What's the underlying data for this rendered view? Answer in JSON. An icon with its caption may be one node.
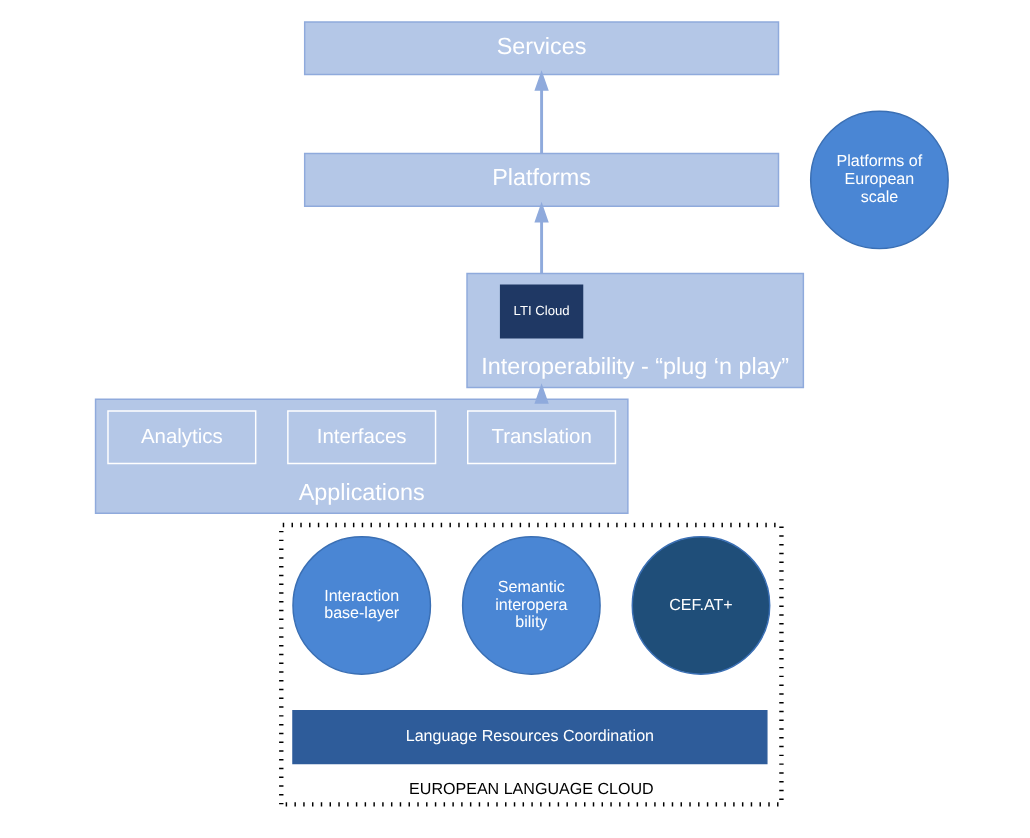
{
  "diagram": {
    "nodes": [
      {
        "text": [
          "Services"
        ]
      },
      {
        "text": [
          "Platforms"
        ]
      },
      {
        "text": [
          "Platforms of European scale"
        ]
      },
      {
        "text": [
          "Interoperability - “plug ‘n play”"
        ]
      },
      {
        "text": [
          "LTI Cloud"
        ],
        "in": 3
      },
      {
        "text": [
          "Applications"
        ]
      },
      {
        "text": [
          "Translation"
        ],
        "in": 5
      },
      {
        "text": [
          "Interfaces"
        ],
        "in": 5
      },
      {
        "text": [
          "Analytics"
        ],
        "in": 5
      },
      {
        "text": [
          "EUROPEAN LANGUAGE CLOUD"
        ]
      },
      {
        "text": [
          "CEF.AT+"
        ],
        "in": 9
      },
      {
        "text": [
          "Interaction base-layer"
        ],
        "in": 9
      },
      {
        "text": [
          "Semantic interopera bility"
        ],
        "in": 9
      },
      {
        "text": [
          "Language Resources Coordination"
        ],
        "in": 9
      }
    ],
    "edges": [
      {
        "from": 5,
        "to": 3,
        "arrow": "to"
      },
      {
        "from": 3,
        "to": 1,
        "arrow": "to"
      },
      {
        "from": 1,
        "to": 0,
        "arrow": "to"
      }
    ]
  }
}
